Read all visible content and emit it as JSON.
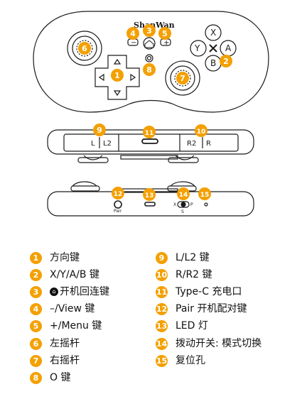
{
  "colors": {
    "badge": "#f4a000",
    "outline": "#1a1a1a",
    "body_fill": "#ffffff"
  },
  "brand": "ShanWan",
  "face_labels": {
    "y": "Y",
    "x": "X",
    "a": "A",
    "b": "B",
    "minus": "−",
    "plus": "+",
    "home_icon": "home-icon"
  },
  "top_view_labels": {
    "l": "L",
    "l2": "L2",
    "r2": "R2",
    "r": "R"
  },
  "bottom_view_labels": {
    "pair": "Pair",
    "switch_x": "X",
    "switch_s": "S",
    "switch_p": "P"
  },
  "callouts": [
    "1",
    "2",
    "3",
    "4",
    "5",
    "6",
    "7",
    "8",
    "9",
    "10",
    "11",
    "12",
    "13",
    "14",
    "15"
  ],
  "legend": [
    {
      "num": "1",
      "text": "方向键"
    },
    {
      "num": "2",
      "text": "X/Y/A/B 键"
    },
    {
      "num": "3",
      "text": "开机回连键",
      "icon": "home-icon"
    },
    {
      "num": "4",
      "text": "–/View 键"
    },
    {
      "num": "5",
      "text": "+/Menu 键"
    },
    {
      "num": "6",
      "text": "左摇杆"
    },
    {
      "num": "7",
      "text": "右摇杆"
    },
    {
      "num": "8",
      "text": "O 键"
    },
    {
      "num": "9",
      "text": "L/L2 键"
    },
    {
      "num": "10",
      "text": "R/R2 键"
    },
    {
      "num": "11",
      "text": "Type-C 充电口"
    },
    {
      "num": "12",
      "text": "Pair 开机配对键"
    },
    {
      "num": "13",
      "text": "LED 灯"
    },
    {
      "num": "14",
      "text": "拨动开关: 模式切换"
    },
    {
      "num": "15",
      "text": "复位孔"
    }
  ]
}
